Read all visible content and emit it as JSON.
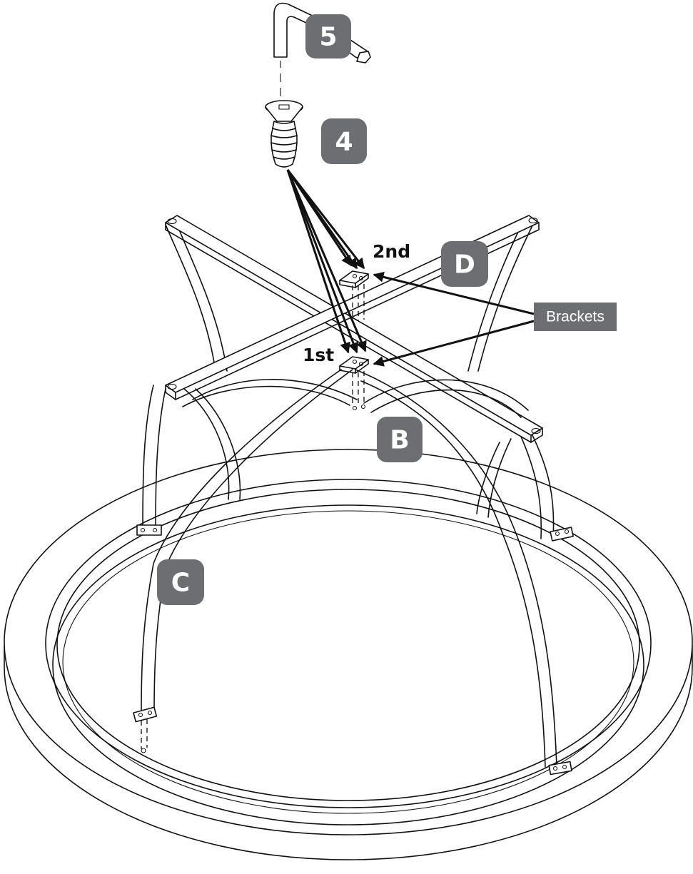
{
  "badges": {
    "part_b": "B",
    "part_c": "C",
    "part_d": "D",
    "step_4": "4",
    "step_5": "5"
  },
  "labels": {
    "first": "1st",
    "second": "2nd",
    "brackets": "Brackets"
  },
  "colors": {
    "badge_fill": "#6d6e71",
    "callout_fill": "#6d6e71",
    "line": "#111111"
  },
  "icons": {
    "tool": "hex-key-icon",
    "fastener": "screw-icon"
  }
}
